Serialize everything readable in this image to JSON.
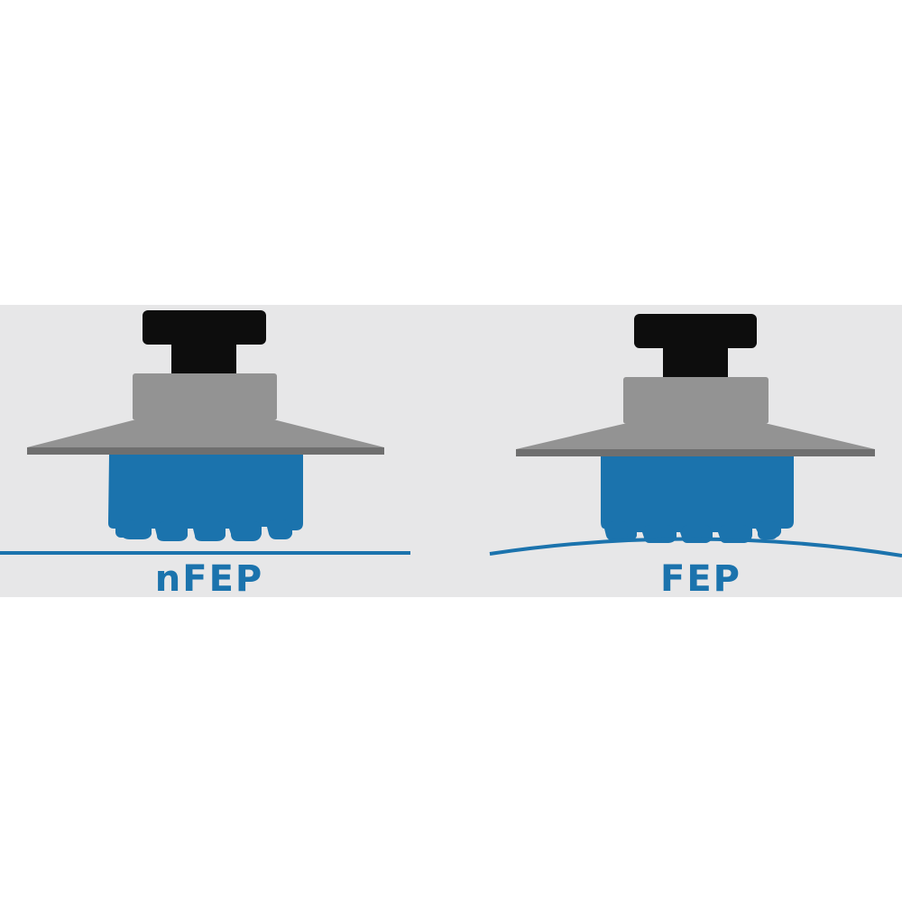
{
  "panels": [
    {
      "label": "nFEP",
      "film": "flat"
    },
    {
      "label": "FEP",
      "film": "curved"
    }
  ],
  "colors": {
    "background": "#e7e7e8",
    "resin_blue": "#1b73ad",
    "plate_gray": "#939393",
    "plate_dark": "#6f6f6f",
    "knob_black": "#0d0d0d",
    "label_blue": "#1b73ad"
  },
  "icons": [
    "build-plate-icon",
    "resin-print-icon",
    "film-line-icon"
  ]
}
